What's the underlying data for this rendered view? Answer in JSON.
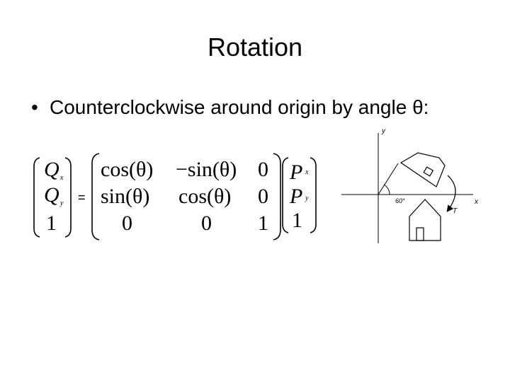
{
  "slide": {
    "title": "Rotation",
    "bullet_marker": "•",
    "bullet_text": "Counterclockwise around origin by angle θ:"
  },
  "matrix": {
    "q_vector": [
      {
        "symbol": "Q",
        "subscript": "x"
      },
      {
        "symbol": "Q",
        "subscript": "y"
      },
      {
        "symbol": "1",
        "subscript": ""
      }
    ],
    "equals": "=",
    "rotation": [
      [
        "cos(θ)",
        "−sin(θ)",
        "0"
      ],
      [
        "sin(θ)",
        "cos(θ)",
        "0"
      ],
      [
        "0",
        "0",
        "1"
      ]
    ],
    "p_vector": [
      {
        "symbol": "P",
        "subscript": "x"
      },
      {
        "symbol": "P",
        "subscript": "y"
      },
      {
        "symbol": "1",
        "subscript": ""
      }
    ]
  },
  "diagram": {
    "y_axis_label": "y",
    "x_axis_label": "x",
    "angle_label": "60°",
    "transform_label": "T"
  }
}
